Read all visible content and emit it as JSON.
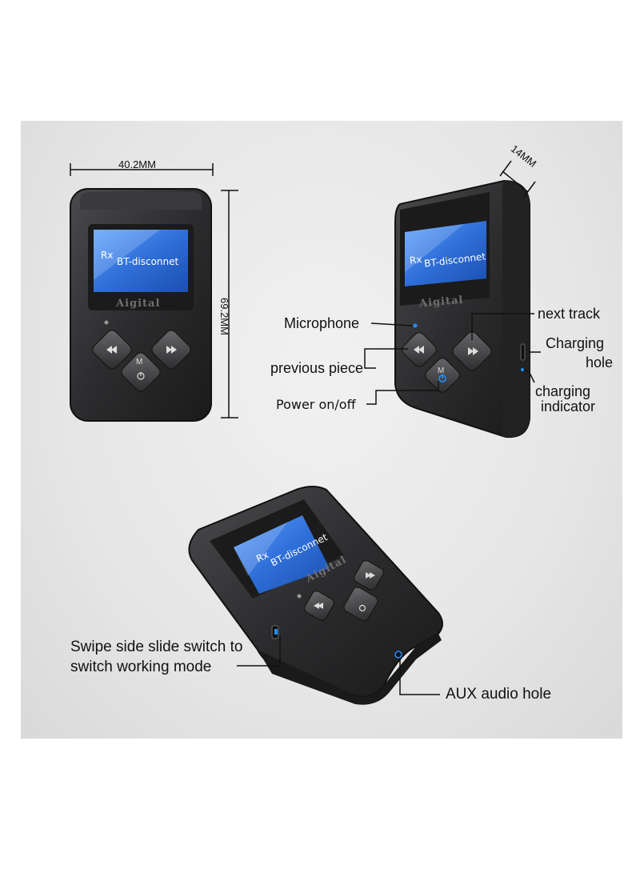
{
  "dimensions": {
    "width": "40.2MM",
    "height": "69.2MM",
    "depth": "14MM"
  },
  "screen": {
    "mode": "Rx",
    "status": "BT-disconnet"
  },
  "brand": "Aigital",
  "button": {
    "mode_label": "M"
  },
  "callouts": {
    "microphone": "Microphone",
    "previous": "previous piece",
    "power": "Power on/off",
    "next": "next track",
    "charging_hole_1": "Charging",
    "charging_hole_2": "hole",
    "charging_indicator_1": "charging",
    "charging_indicator_2": "indicator",
    "switch_1": "Swipe side slide switch to",
    "switch_2": "switch working mode",
    "aux": "AUX audio hole"
  },
  "colors": {
    "body": "#2a2a2c",
    "screen": "#2f6fd8",
    "accent_light": "#1e90ff"
  }
}
